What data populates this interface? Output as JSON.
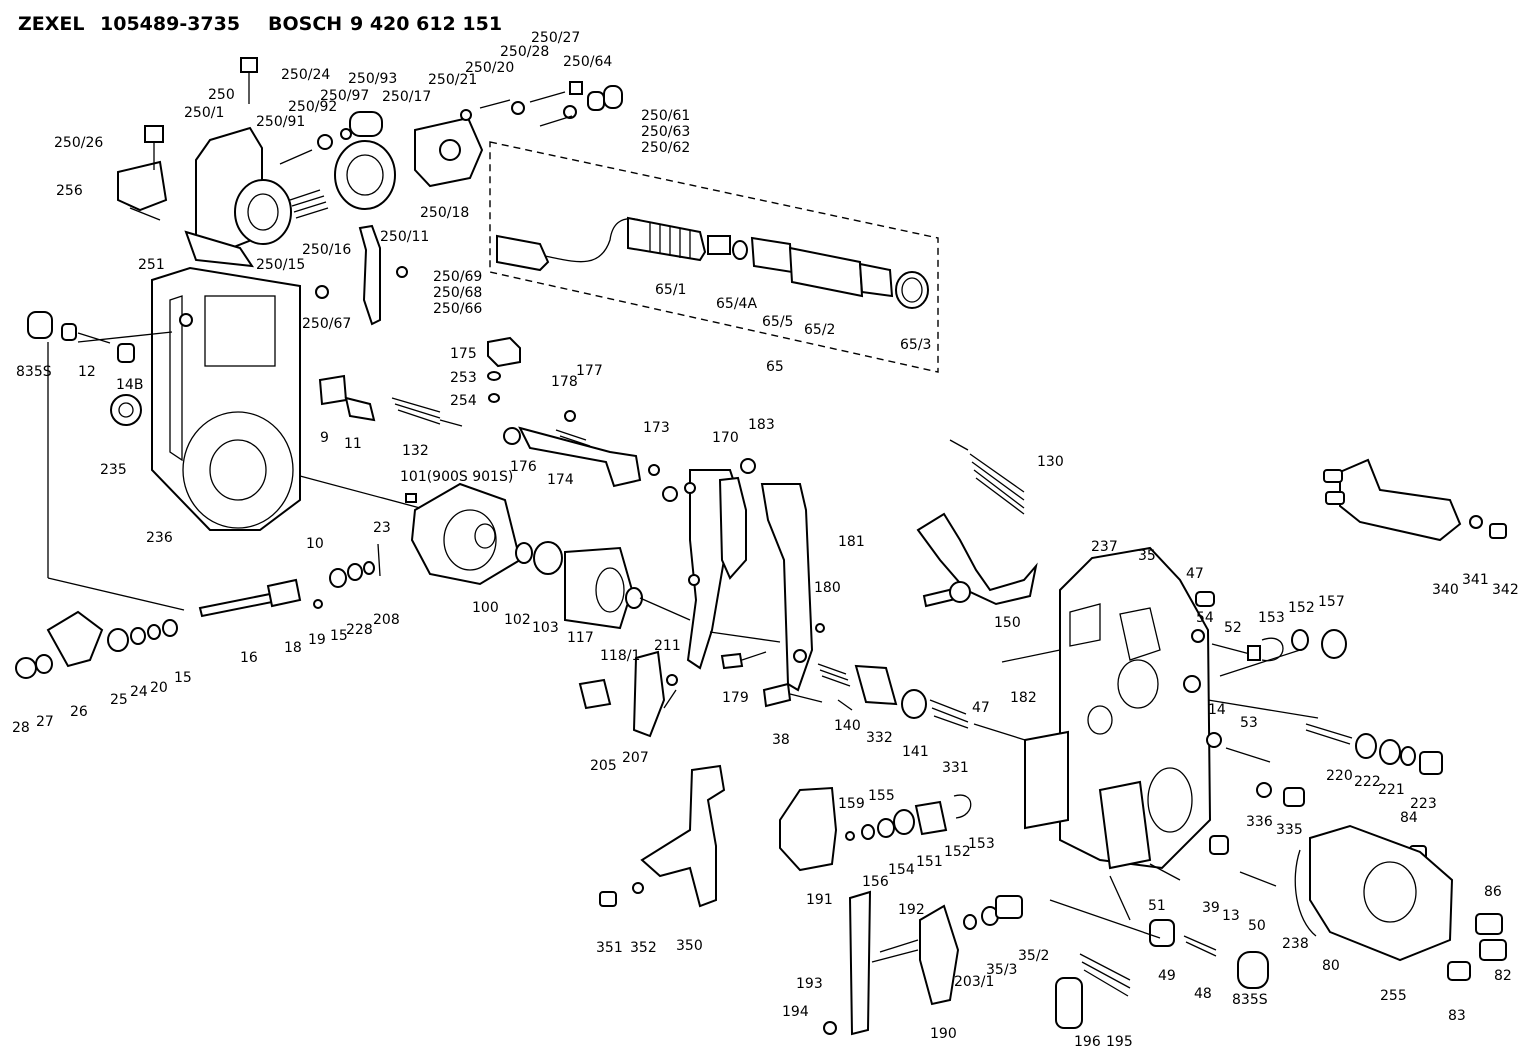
{
  "header": {
    "brand1": "ZEXEL",
    "num1": "105489-3735",
    "brand2": "BOSCH",
    "num2": "9 420 612 151"
  },
  "labels": [
    {
      "id": "l1",
      "text": "250/24"
    },
    {
      "id": "l2",
      "text": "250/93"
    },
    {
      "id": "l3",
      "text": "250/27"
    },
    {
      "id": "l4",
      "text": "250/28"
    },
    {
      "id": "l5",
      "text": "250/64"
    },
    {
      "id": "l6",
      "text": "250/20"
    },
    {
      "id": "l7",
      "text": "250/21"
    },
    {
      "id": "l8",
      "text": "250"
    },
    {
      "id": "l9",
      "text": "250/1"
    },
    {
      "id": "l10",
      "text": "250/97"
    },
    {
      "id": "l11",
      "text": "250/17"
    },
    {
      "id": "l12",
      "text": "250/92"
    },
    {
      "id": "l13",
      "text": "250/91"
    },
    {
      "id": "l14",
      "text": "250/61"
    },
    {
      "id": "l15",
      "text": "250/63"
    },
    {
      "id": "l16",
      "text": "250/62"
    },
    {
      "id": "l17",
      "text": "250/26"
    },
    {
      "id": "l18",
      "text": "256"
    },
    {
      "id": "l19",
      "text": "250/18"
    },
    {
      "id": "l20",
      "text": "250/11"
    },
    {
      "id": "l21",
      "text": "250/16"
    },
    {
      "id": "l22",
      "text": "251"
    },
    {
      "id": "l23",
      "text": "250/15"
    },
    {
      "id": "l24",
      "text": "250/69"
    },
    {
      "id": "l25",
      "text": "250/68"
    },
    {
      "id": "l26",
      "text": "250/67"
    },
    {
      "id": "l27",
      "text": "250/66"
    },
    {
      "id": "l28",
      "text": "65/1"
    },
    {
      "id": "l29",
      "text": "65/4A"
    },
    {
      "id": "l30",
      "text": "65/5"
    },
    {
      "id": "l31",
      "text": "65/2"
    },
    {
      "id": "l32",
      "text": "65/3"
    },
    {
      "id": "l33",
      "text": "65"
    },
    {
      "id": "l34",
      "text": "835S"
    },
    {
      "id": "l35",
      "text": "12"
    },
    {
      "id": "l36",
      "text": "14B"
    },
    {
      "id": "l37",
      "text": "175"
    },
    {
      "id": "l38",
      "text": "253"
    },
    {
      "id": "l39",
      "text": "254"
    },
    {
      "id": "l40",
      "text": "178"
    },
    {
      "id": "l41",
      "text": "177"
    },
    {
      "id": "l42",
      "text": "9"
    },
    {
      "id": "l43",
      "text": "11"
    },
    {
      "id": "l44",
      "text": "132"
    },
    {
      "id": "l45",
      "text": "235"
    },
    {
      "id": "l46",
      "text": "173"
    },
    {
      "id": "l47",
      "text": "176"
    },
    {
      "id": "l48",
      "text": "174"
    },
    {
      "id": "l49",
      "text": "170"
    },
    {
      "id": "l50",
      "text": "183"
    },
    {
      "id": "l51",
      "text": "130"
    },
    {
      "id": "l52",
      "text": "101(900S 901S)"
    },
    {
      "id": "l53",
      "text": "236"
    },
    {
      "id": "l54",
      "text": "10"
    },
    {
      "id": "l55",
      "text": "181"
    },
    {
      "id": "l56",
      "text": "23"
    },
    {
      "id": "l57",
      "text": "340"
    },
    {
      "id": "l58",
      "text": "341"
    },
    {
      "id": "l59",
      "text": "342"
    },
    {
      "id": "l60",
      "text": "237"
    },
    {
      "id": "l61",
      "text": "35"
    },
    {
      "id": "l62",
      "text": "47"
    },
    {
      "id": "l63",
      "text": "180"
    },
    {
      "id": "l64",
      "text": "100"
    },
    {
      "id": "l65",
      "text": "102"
    },
    {
      "id": "l66",
      "text": "103"
    },
    {
      "id": "l67",
      "text": "117"
    },
    {
      "id": "l68",
      "text": "150"
    },
    {
      "id": "l69",
      "text": "54"
    },
    {
      "id": "l70",
      "text": "52"
    },
    {
      "id": "l71",
      "text": "153"
    },
    {
      "id": "l72",
      "text": "152"
    },
    {
      "id": "l73",
      "text": "157"
    },
    {
      "id": "l74",
      "text": "16"
    },
    {
      "id": "l75",
      "text": "18"
    },
    {
      "id": "l76",
      "text": "19"
    },
    {
      "id": "l77",
      "text": "15"
    },
    {
      "id": "l78",
      "text": "228"
    },
    {
      "id": "l79",
      "text": "208"
    },
    {
      "id": "l80",
      "text": "118/1"
    },
    {
      "id": "l81",
      "text": "211"
    },
    {
      "id": "l82",
      "text": "47"
    },
    {
      "id": "l83",
      "text": "182"
    },
    {
      "id": "l84",
      "text": "28"
    },
    {
      "id": "l85",
      "text": "27"
    },
    {
      "id": "l86",
      "text": "26"
    },
    {
      "id": "l87",
      "text": "25"
    },
    {
      "id": "l88",
      "text": "24"
    },
    {
      "id": "l89",
      "text": "20"
    },
    {
      "id": "l90",
      "text": "15"
    },
    {
      "id": "l91",
      "text": "179"
    },
    {
      "id": "l92",
      "text": "140"
    },
    {
      "id": "l93",
      "text": "332"
    },
    {
      "id": "l94",
      "text": "141"
    },
    {
      "id": "l95",
      "text": "14"
    },
    {
      "id": "l96",
      "text": "53"
    },
    {
      "id": "l97",
      "text": "38"
    },
    {
      "id": "l98",
      "text": "205"
    },
    {
      "id": "l99",
      "text": "207"
    },
    {
      "id": "l100",
      "text": "331"
    },
    {
      "id": "l101",
      "text": "220"
    },
    {
      "id": "l102",
      "text": "222"
    },
    {
      "id": "l103",
      "text": "221"
    },
    {
      "id": "l104",
      "text": "223"
    },
    {
      "id": "l105",
      "text": "159"
    },
    {
      "id": "l106",
      "text": "155"
    },
    {
      "id": "l107",
      "text": "336"
    },
    {
      "id": "l108",
      "text": "335"
    },
    {
      "id": "l109",
      "text": "153"
    },
    {
      "id": "l110",
      "text": "152"
    },
    {
      "id": "l111",
      "text": "151"
    },
    {
      "id": "l112",
      "text": "154"
    },
    {
      "id": "l113",
      "text": "156"
    },
    {
      "id": "l114",
      "text": "84"
    },
    {
      "id": "l115",
      "text": "191"
    },
    {
      "id": "l116",
      "text": "39"
    },
    {
      "id": "l117",
      "text": "51"
    },
    {
      "id": "l118",
      "text": "13"
    },
    {
      "id": "l119",
      "text": "50"
    },
    {
      "id": "l120",
      "text": "86"
    },
    {
      "id": "l121",
      "text": "192"
    },
    {
      "id": "l122",
      "text": "351"
    },
    {
      "id": "l123",
      "text": "352"
    },
    {
      "id": "l124",
      "text": "350"
    },
    {
      "id": "l125",
      "text": "203/1"
    },
    {
      "id": "l126",
      "text": "35/3"
    },
    {
      "id": "l127",
      "text": "35/2"
    },
    {
      "id": "l128",
      "text": "238"
    },
    {
      "id": "l129",
      "text": "80"
    },
    {
      "id": "l130",
      "text": "193"
    },
    {
      "id": "l131",
      "text": "49"
    },
    {
      "id": "l132",
      "text": "48"
    },
    {
      "id": "l133",
      "text": "835S"
    },
    {
      "id": "l134",
      "text": "255"
    },
    {
      "id": "l135",
      "text": "82"
    },
    {
      "id": "l136",
      "text": "194"
    },
    {
      "id": "l137",
      "text": "190"
    },
    {
      "id": "l138",
      "text": "196"
    },
    {
      "id": "l139",
      "text": "195"
    },
    {
      "id": "l140",
      "text": "83"
    }
  ]
}
